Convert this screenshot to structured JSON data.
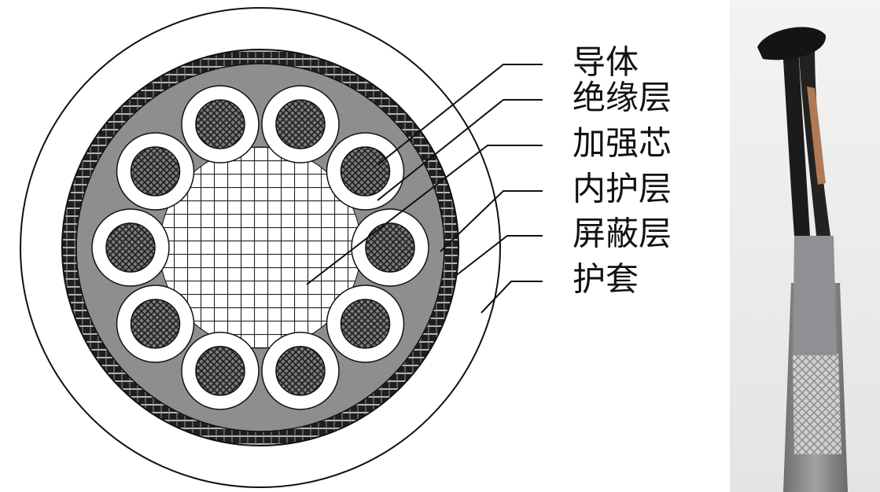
{
  "diagram": {
    "callouts": [
      {
        "id": "conductor",
        "label": "导体"
      },
      {
        "id": "insulation",
        "label": "绝缘层"
      },
      {
        "id": "reinforcement-core",
        "label": "加强芯"
      },
      {
        "id": "inner-sheath",
        "label": "内护层"
      },
      {
        "id": "shield",
        "label": "屏蔽层"
      },
      {
        "id": "outer-jacket",
        "label": "护套"
      }
    ],
    "core_count": 10
  },
  "colors": {
    "jacket": "#ffffff",
    "inner_sheath": "#8e8e8e",
    "shield_braid": "#2b2b2b",
    "insulation": "#ffffff",
    "conductor": "#6d6d6d",
    "line": "#111111"
  }
}
